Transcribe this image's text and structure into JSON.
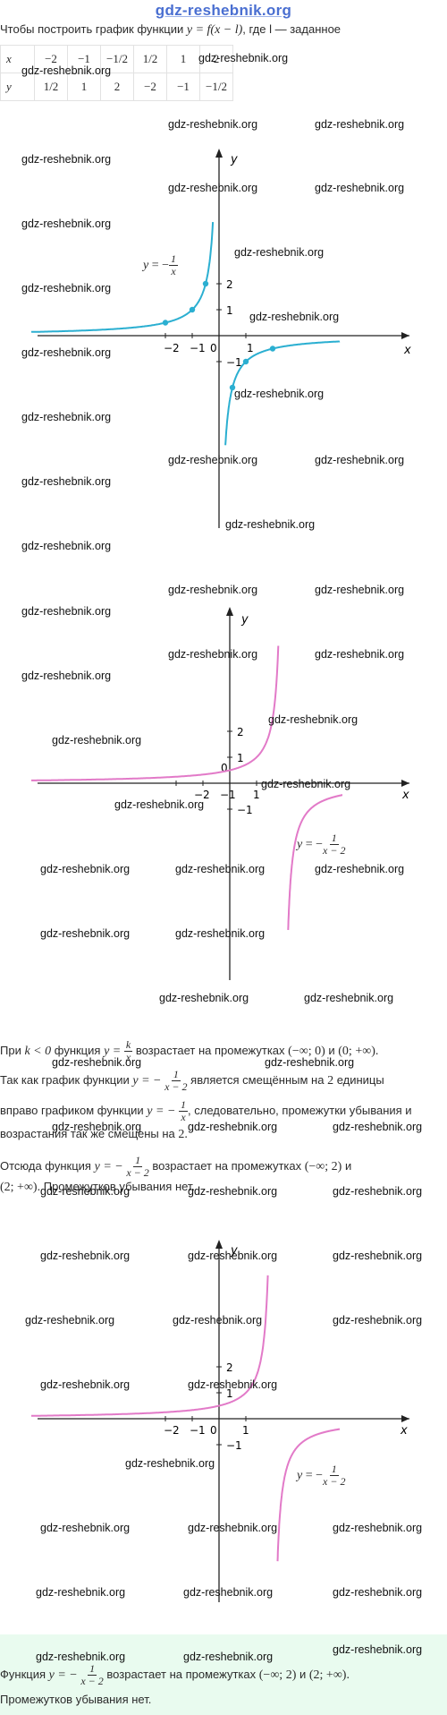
{
  "header": {
    "site_logo": "gdz-reshebnik.org"
  },
  "intro": {
    "prefix": "Чтобы построить график функции",
    "formula": "y = f(x − l)",
    "suffix": ", где l — заданное"
  },
  "value_table": {
    "x_label": "x",
    "y_label": "y",
    "x_values": [
      "−2",
      "−1",
      "−1/2",
      "1/2",
      "1",
      "2"
    ],
    "y_values": [
      "1/2",
      "1",
      "2",
      "−2",
      "−1",
      "−1/2"
    ]
  },
  "graphs": [
    {
      "x_axis_label": "x",
      "y_axis_label": "y",
      "x_tick_labels": [
        "−2",
        "−1",
        "0",
        "1"
      ],
      "y_tick_labels": [
        "2",
        "1",
        "−1"
      ],
      "curve_label": "y = −1/x",
      "curve_color": "#2bafd1",
      "marked_points": [
        [
          -2,
          0.5
        ],
        [
          -1,
          1
        ],
        [
          -0.5,
          2
        ],
        [
          0.5,
          -2
        ],
        [
          1,
          -1
        ],
        [
          2,
          -0.5
        ]
      ]
    },
    {
      "x_axis_label": "x",
      "y_axis_label": "y",
      "x_tick_labels": [
        "−2",
        "−1",
        "0",
        "1"
      ],
      "y_tick_labels": [
        "2",
        "1",
        "−1"
      ],
      "curve_label": "y = −1/(x − 2)",
      "curve_color": "#e27ac8"
    },
    {
      "x_axis_label": "x",
      "y_axis_label": "y",
      "x_tick_labels": [
        "−2",
        "−1",
        "0",
        "1"
      ],
      "y_tick_labels": [
        "2",
        "1",
        "−1"
      ],
      "curve_label": "y = −1/(x − 2)",
      "curve_color": "#e27ac8"
    }
  ],
  "paragraph1": {
    "l1_a": "При",
    "l1_b": "k < 0",
    "l1_c": "функция",
    "l1_d": "y =",
    "l1_e": "возрастает на промежутках",
    "l1_f": "(−∞; 0)",
    "l1_g": "и",
    "l1_h": "(0; +∞).",
    "l2_a": "Так как график функции",
    "l2_b": "y = −",
    "l2_c": "является смещённым на",
    "l2_d": "2",
    "l2_e": "единицы",
    "l3_a": "вправо графиком функции",
    "l3_b": "y = −",
    "l3_c": ", следовательно, промежутки убывания и",
    "l4_a": "возрастания так же смещены на",
    "l4_b": "2."
  },
  "paragraph2": {
    "l1_a": "Отсюда функция",
    "l1_b": "y = −",
    "l1_c": "возрастает на промежутках",
    "l1_d": "(−∞; 2)",
    "l1_e": "и",
    "l2_a": "(2; +∞).",
    "l2_b": "Промежутков убывания нет."
  },
  "conclusion": {
    "l1_a": "Функция",
    "l1_b": "y = −",
    "l1_c": "возрастает на промежутках",
    "l1_d": "(−∞; 2)",
    "l1_e": "и",
    "l1_f": "(2; +∞).",
    "l2": "Промежутков убывания нет."
  },
  "fractions": {
    "k_over_x_num": "k",
    "k_over_x_den": "x",
    "one": "1",
    "x_minus_2": "x − 2",
    "x": "x"
  },
  "watermark_text": "gdz-reshebnik.org"
}
